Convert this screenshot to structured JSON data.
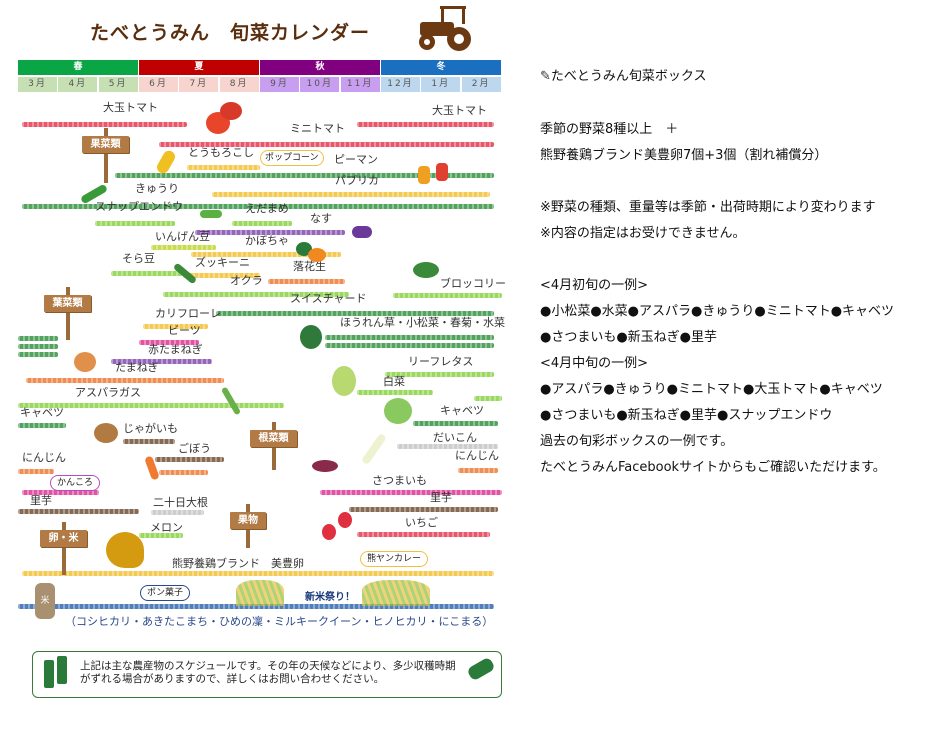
{
  "title": "たべとうみん　旬菜カレンダー",
  "colors": {
    "red": "#e8455a",
    "green": "#3f9a4c",
    "lightgreen": "#8ed54c",
    "yellow": "#f5c540",
    "purple": "#8a55b5",
    "orange": "#f08040",
    "brown": "#7a5a42",
    "magenta": "#e0409a",
    "gray": "#c8c8c8",
    "blue": "#3f72b5",
    "yellowgreen": "#c4d93a"
  },
  "seasons": [
    {
      "label": "春",
      "color": "#0aa545",
      "cell": "#c6e0b4"
    },
    {
      "label": "夏",
      "color": "#c00000",
      "cell": "#f8d4cf"
    },
    {
      "label": "秋",
      "color": "#800080",
      "cell": "#c89ef0"
    },
    {
      "label": "冬",
      "color": "#1a6fc0",
      "cell": "#bdd7ee"
    }
  ],
  "months": [
    "3月",
    "4月",
    "5月",
    "6月",
    "7月",
    "8月",
    "9月",
    "10月",
    "11月",
    "12月",
    "1月",
    "2月"
  ],
  "crops": [
    {
      "label": "大玉トマト",
      "color": "red",
      "periods": [
        [
          0.1,
          4.2
        ]
      ]
    },
    {
      "label": "大玉トマト",
      "color": "red",
      "periods": [
        [
          8.4,
          11.8
        ]
      ]
    },
    {
      "label": "ミニトマト",
      "color": "red",
      "periods": [
        [
          3.5,
          11.8
        ]
      ]
    },
    {
      "label": "とうもろこし",
      "color": "yellow",
      "periods": [
        [
          4.2,
          6.0
        ]
      ]
    },
    {
      "label": "ピーマン",
      "color": "green",
      "periods": [
        [
          2.4,
          11.8
        ]
      ]
    },
    {
      "label": "パプリカ",
      "color": "yellow",
      "periods": [
        [
          4.8,
          11.7
        ]
      ]
    },
    {
      "label": "きゅうり",
      "color": "green",
      "periods": [
        [
          0.1,
          11.8
        ]
      ]
    },
    {
      "label": "スナップエンドウ",
      "color": "lightgreen",
      "periods": [
        [
          1.9,
          3.9
        ]
      ]
    },
    {
      "label": "えだまめ",
      "color": "lightgreen",
      "periods": [
        [
          5.3,
          6.8
        ]
      ]
    },
    {
      "label": "なす",
      "color": "purple",
      "periods": [
        [
          4.4,
          8.1
        ]
      ]
    },
    {
      "label": "いんげん豆",
      "color": "yellowgreen",
      "periods": [
        [
          3.3,
          4.9
        ]
      ]
    },
    {
      "label": "かぼちゃ",
      "color": "yellow",
      "periods": [
        [
          4.3,
          8.0
        ]
      ]
    },
    {
      "label": "そら豆",
      "color": "lightgreen",
      "periods": [
        [
          2.3,
          4.1
        ]
      ]
    },
    {
      "label": "ズッキーニ",
      "color": "yellow",
      "periods": [
        [
          4.1,
          6.0
        ]
      ]
    },
    {
      "label": "落花生",
      "color": "orange",
      "periods": [
        [
          6.2,
          8.1
        ]
      ]
    },
    {
      "label": "オクラ",
      "color": "lightgreen",
      "periods": [
        [
          3.6,
          8.2
        ]
      ]
    },
    {
      "label": "ブロッコリー",
      "color": "lightgreen",
      "periods": [
        [
          9.3,
          12.0
        ]
      ]
    },
    {
      "label": "スイスチャード",
      "color": "green",
      "periods": [
        [
          4.9,
          11.8
        ]
      ]
    },
    {
      "label": "カリフローレ",
      "color": "yellow",
      "periods": [
        [
          3.1,
          4.7
        ]
      ]
    },
    {
      "label": "ほうれん草・小松菜・春菊・水菜",
      "color": "green",
      "periods": [
        [
          7.6,
          11.8
        ],
        [
          7.6,
          11.8
        ],
        [
          0,
          1.0
        ],
        [
          0,
          1.0
        ],
        [
          0,
          1.0
        ]
      ]
    },
    {
      "label": "ビーツ",
      "color": "magenta",
      "periods": [
        [
          3.0,
          4.5
        ]
      ]
    },
    {
      "label": "赤たまねぎ",
      "color": "purple",
      "periods": [
        [
          2.3,
          4.8
        ]
      ]
    },
    {
      "label": "リーフレタス",
      "color": "lightgreen",
      "periods": [
        [
          9.1,
          11.8
        ]
      ]
    },
    {
      "label": "たまねぎ",
      "color": "orange",
      "periods": [
        [
          0.2,
          5.1
        ]
      ]
    },
    {
      "label": "白菜",
      "color": "lightgreen",
      "periods": [
        [
          8.4,
          10.3
        ],
        [
          11.3,
          12.0
        ]
      ]
    },
    {
      "label": "アスパラガス",
      "color": "lightgreen",
      "periods": [
        [
          0,
          6.6
        ]
      ]
    },
    {
      "label": "キャベツ",
      "color": "green",
      "periods": [
        [
          0,
          1.2
        ]
      ]
    },
    {
      "label": "キャベツ",
      "color": "green",
      "periods": [
        [
          9.8,
          11.9
        ]
      ]
    },
    {
      "label": "じゃがいも",
      "color": "brown",
      "periods": [
        [
          2.6,
          3.9
        ]
      ]
    },
    {
      "label": "だいこん",
      "color": "gray",
      "periods": [
        [
          9.4,
          11.9
        ]
      ]
    },
    {
      "label": "ごぼう",
      "color": "brown",
      "periods": [
        [
          3.4,
          5.1
        ]
      ]
    },
    {
      "label": "にんじん",
      "color": "orange",
      "periods": [
        [
          0,
          0.9
        ],
        [
          3.5,
          4.7
        ]
      ]
    },
    {
      "label": "にんじん",
      "color": "orange",
      "periods": [
        [
          10.9,
          11.9
        ]
      ]
    },
    {
      "label": "さつまいも",
      "color": "magenta",
      "periods": [
        [
          7.5,
          12.0
        ],
        [
          0.1,
          2.0
        ]
      ]
    },
    {
      "label": "里芋",
      "color": "brown",
      "periods": [
        [
          0,
          3.0
        ]
      ]
    },
    {
      "label": "里芋",
      "color": "brown",
      "periods": [
        [
          8.2,
          11.9
        ]
      ]
    },
    {
      "label": "二十日大根",
      "color": "gray",
      "periods": [
        [
          3.3,
          4.6
        ]
      ]
    },
    {
      "label": "いちご",
      "color": "red",
      "periods": [
        [
          8.4,
          11.7
        ]
      ]
    },
    {
      "label": "メロン",
      "color": "lightgreen",
      "periods": [
        [
          3.0,
          4.1
        ]
      ]
    },
    {
      "label": "熊野養鶏ブランド　美豊卵",
      "color": "yellow",
      "periods": [
        [
          0.1,
          11.8
        ]
      ]
    },
    {
      "label": "",
      "color": "blue",
      "periods": [
        [
          0,
          11.8
        ]
      ]
    }
  ],
  "categories": [
    "果菜類",
    "葉菜類",
    "根菜類",
    "果物",
    "卵・米"
  ],
  "clouds": {
    "popcorn": "ポップコーン",
    "kankoro": "かんころ",
    "curry": "熊ヤンカレー",
    "ponkashi": "ポン菓子"
  },
  "rice": {
    "festival": "新米祭り！",
    "varieties": "（コシヒカリ・あきたこまち・ひめの凜・ミルキークイーン・ヒノヒカリ・にこまる）",
    "bag_mark": "米"
  },
  "footer": {
    "line1": "上記は主な農産物のスケジュールです。その年の天候などにより、多少収穫時期",
    "line2": "がずれる場合がありますので、詳しくはお問い合わせください。"
  },
  "box": {
    "heading": "たべとうみん旬菜ボックス",
    "lines": [
      "季節の野菜8種以上　＋",
      "熊野養鶏ブランド美豊卵7個+3個（割れ補償分）",
      "※野菜の種類、重量等は季節・出荷時期により変わります",
      "※内容の指定はお受けできません。",
      "<4月初旬の一例>",
      "●小松菜●水菜●アスパラ●きゅうり●ミニトマト●キャベツ",
      "●さつまいも●新玉ねぎ●里芋",
      "<4月中旬の一例>",
      "●アスパラ●きゅうり●ミニトマト●大玉トマト●キャベツ",
      "●さつまいも●新玉ねぎ●里芋●スナップエンドウ",
      "過去の旬彩ボックスの一例です。",
      "たべとうみんFacebookサイトからもご確認いただけます。"
    ]
  }
}
